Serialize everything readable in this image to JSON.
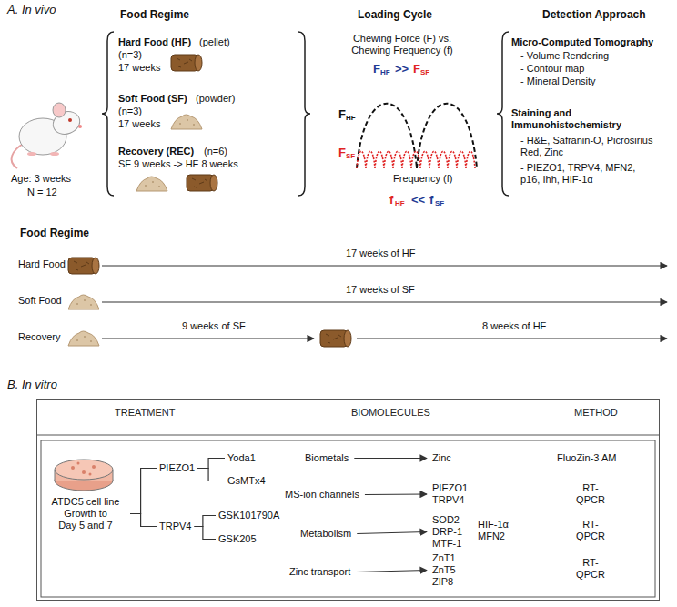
{
  "diagram": {
    "nodes": [
      {
        "text": [
          "TREATMENT",
          "BIOMOLECULES",
          "METHOD"
        ]
      },
      {
        "text": [
          "ATDC5 cell line",
          "Growth to Day 5 and 7"
        ],
        "in": 0
      },
      {
        "text": [
          "PIEZO1"
        ],
        "in": 0
      },
      {
        "text": [
          "TRPV4"
        ],
        "in": 0
      },
      {
        "text": [
          "Yoda1"
        ],
        "in": 0
      },
      {
        "text": [
          "GsMTx4"
        ],
        "in": 0
      },
      {
        "text": [
          "GSK101790A"
        ],
        "in": 0
      },
      {
        "text": [
          "GSK205"
        ],
        "in": 0
      },
      {
        "text": [
          "Biometals"
        ],
        "in": 0
      },
      {
        "text": [
          "Zinc"
        ],
        "in": 0
      },
      {
        "text": [
          "MS-ion channels"
        ],
        "in": 0
      },
      {
        "text": [
          "PIEZO1",
          "TRPV4"
        ],
        "in": 0
      },
      {
        "text": [
          "Metabolism"
        ],
        "in": 0
      },
      {
        "text": [
          "SOD2",
          "DRP-1",
          "MTF-1"
        ],
        "in": 0
      },
      {
        "text": [
          "HIF-1α",
          "MFN2"
        ],
        "in": 0
      },
      {
        "text": [
          "Zinc transport"
        ],
        "in": 0
      },
      {
        "text": [
          "ZnT1",
          "ZnT5",
          "ZIP8"
        ],
        "in": 0
      },
      {
        "text": [
          "FluoZin-3 AM"
        ],
        "in": 0
      },
      {
        "text": [
          "RT- QPCR"
        ],
        "in": 0
      },
      {
        "text": [
          "RT- QPCR"
        ],
        "in": 0
      },
      {
        "text": [
          "RT- QPCR"
        ],
        "in": 0
      }
    ],
    "edges": [
      {
        "from": 1,
        "to": 2,
        "arrow": "none"
      },
      {
        "from": 1,
        "to": 3,
        "arrow": "none"
      },
      {
        "from": 2,
        "to": 4,
        "arrow": "none"
      },
      {
        "from": 2,
        "to": 5,
        "arrow": "none"
      },
      {
        "from": 3,
        "to": 6,
        "arrow": "none"
      },
      {
        "from": 3,
        "to": 7,
        "arrow": "none"
      },
      {
        "from": 8,
        "to": 9,
        "arrow": "to"
      },
      {
        "from": 10,
        "to": 11,
        "arrow": "to"
      },
      {
        "from": 12,
        "to": 13,
        "arrow": "to"
      },
      {
        "from": 15,
        "to": 16,
        "arrow": "to"
      }
    ],
    "labels": [
      "A. In vivo",
      "Age: 3 weeks",
      "N = 12",
      "Food Regime",
      "Hard Food (HF)",
      "(pellet)",
      "(n=3)",
      "17 weeks",
      "Soft Food (SF)",
      "(powder)",
      "(n=3)",
      "17 weeks",
      "Recovery (REC)",
      "(n=6)",
      "SF 9 weeks -> HF 8 weeks",
      "Loading Cycle",
      "Chewing Force (F) vs. Chewing Frequency (f)",
      "F",
      "HF",
      ">>",
      "F",
      "SF",
      "F",
      "HF",
      "F",
      "SF",
      "Frequency (f)",
      "f",
      "HF",
      "<<",
      "f",
      "SF",
      "Detection Approach",
      "Micro-Computed Tomography",
      "- Volume Rendering",
      "- Contour map",
      "- Mineral Density",
      "Staining and Immunohistochemistry",
      "- H&E, Safranin-O, Picrosirius Red, Zinc",
      "- PIEZO1, TRPV4, MFN2, p16, Ihh, HIF-1α",
      "Food Regime",
      "Hard Food",
      "17 weeks of HF",
      "Soft Food",
      "17 weeks of SF",
      "Recovery",
      "9 weeks of SF",
      "8 weeks of HF",
      "B. In vitro"
    ]
  }
}
